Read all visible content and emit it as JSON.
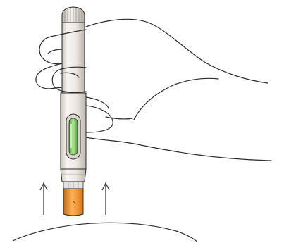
{
  "figure": {
    "subject": "injection-pen-held-in-hand",
    "icons": [
      "pen-injector-icon",
      "hand-outline-icon",
      "upward-arrow-icon",
      "skin-surface-icon"
    ]
  },
  "colors": {
    "background": "#ffffff",
    "outline": "#2b2b2b",
    "pen_body": "#ece9e4",
    "pen_body_light": "#f8f6f3",
    "pen_body_shade": "#c9c4bd",
    "window_green": "#5fbf3a",
    "window_green_light": "#b9e8a0",
    "needle_guard_orange": "#f08c1a",
    "needle_guard_shade": "#c56a0c"
  },
  "indicators": {
    "direction": "up",
    "arrow_count": 2
  }
}
